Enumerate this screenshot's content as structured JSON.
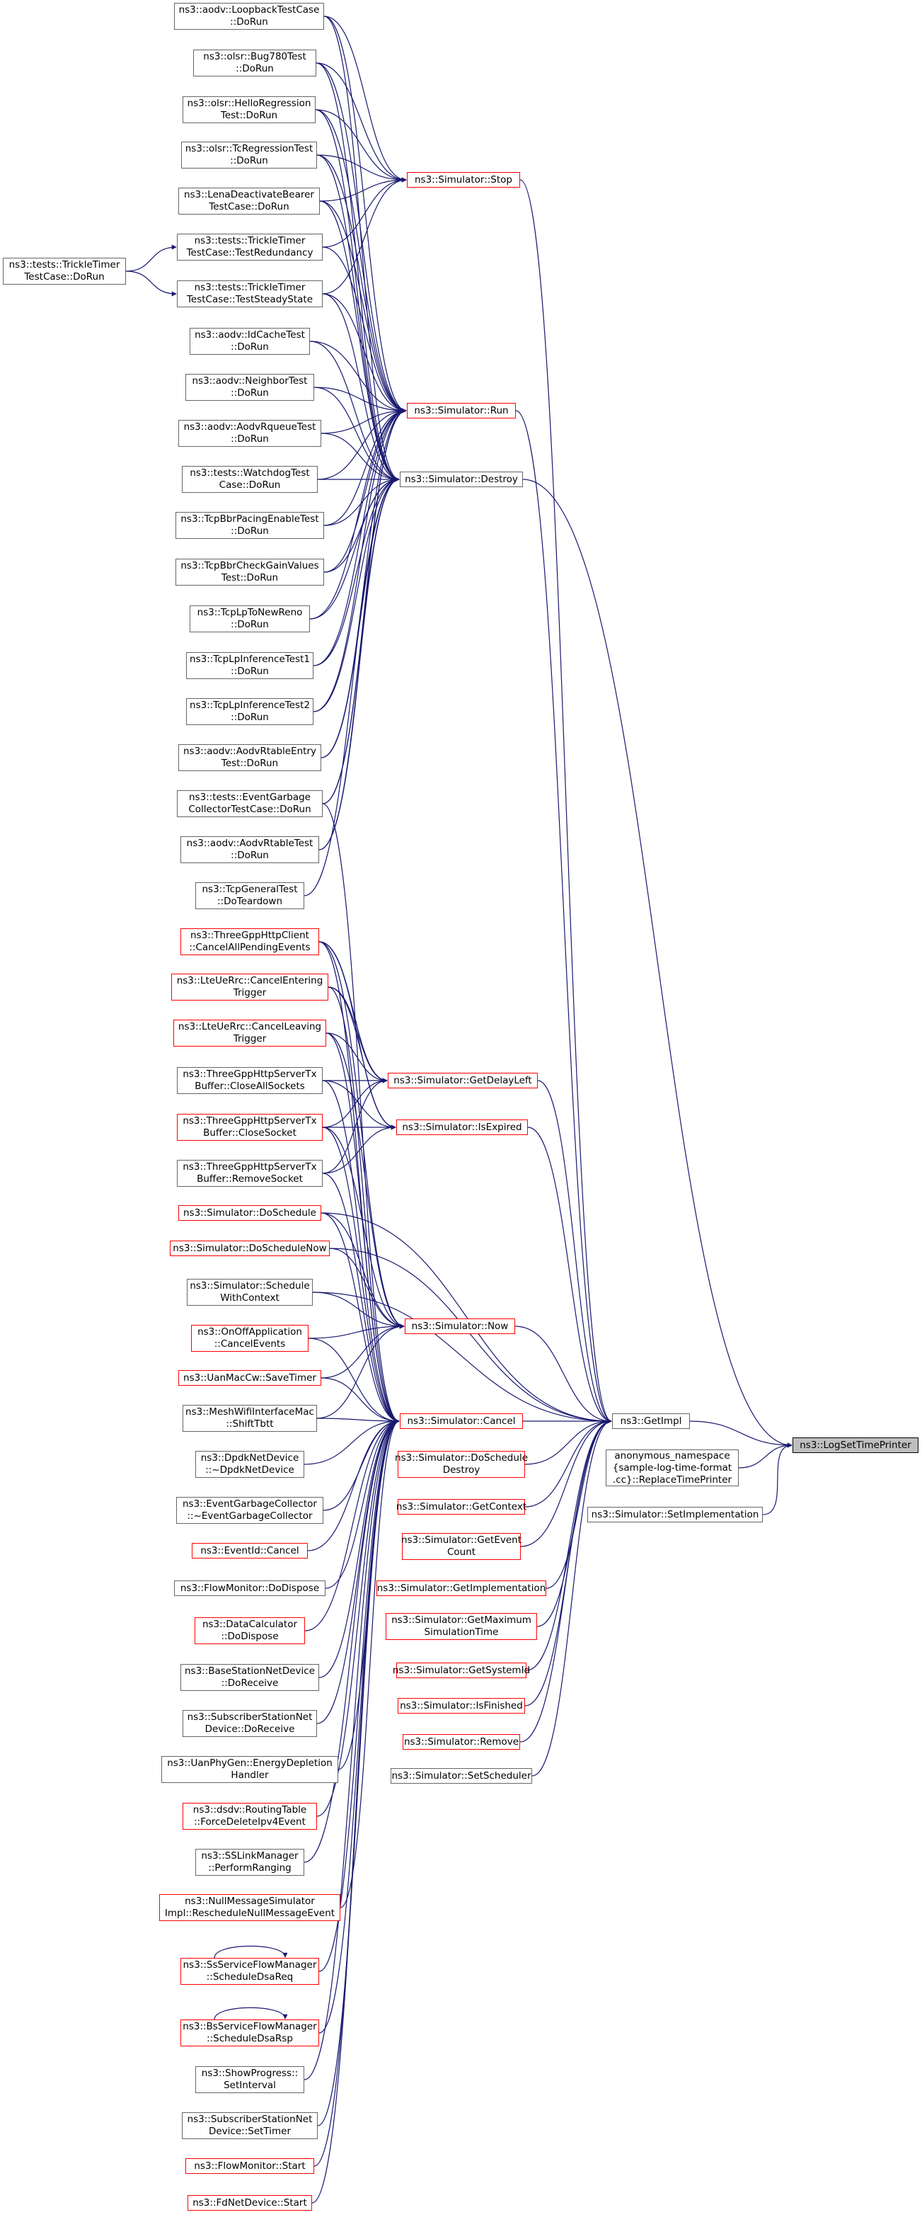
{
  "graph": {
    "edge_color": "#191970",
    "nodes": [
      {
        "id": "n1",
        "lines": [
          "ns3::aodv::LoopbackTestCase",
          "::DoRun"
        ],
        "border": "black"
      },
      {
        "id": "n2",
        "lines": [
          "ns3::olsr::Bug780Test",
          "::DoRun"
        ],
        "border": "black"
      },
      {
        "id": "n3",
        "lines": [
          "ns3::olsr::HelloRegression",
          "Test::DoRun"
        ],
        "border": "black"
      },
      {
        "id": "n4",
        "lines": [
          "ns3::olsr::TcRegressionTest",
          "::DoRun"
        ],
        "border": "black"
      },
      {
        "id": "n5",
        "lines": [
          "ns3::LenaDeactivateBearer",
          "TestCase::DoRun"
        ],
        "border": "black"
      },
      {
        "id": "n6",
        "lines": [
          "ns3::tests::TrickleTimer",
          "TestCase::TestRedundancy"
        ],
        "border": "black"
      },
      {
        "id": "n7",
        "lines": [
          "ns3::tests::TrickleTimer",
          "TestCase::TestSteadyState"
        ],
        "border": "black"
      },
      {
        "id": "n8",
        "lines": [
          "ns3::aodv::IdCacheTest",
          "::DoRun"
        ],
        "border": "black"
      },
      {
        "id": "n9",
        "lines": [
          "ns3::aodv::NeighborTest",
          "::DoRun"
        ],
        "border": "black"
      },
      {
        "id": "n10",
        "lines": [
          "ns3::aodv::AodvRqueueTest",
          "::DoRun"
        ],
        "border": "black"
      },
      {
        "id": "n11",
        "lines": [
          "ns3::tests::WatchdogTest",
          "Case::DoRun"
        ],
        "border": "black"
      },
      {
        "id": "n12",
        "lines": [
          "ns3::TcpBbrPacingEnableTest",
          "::DoRun"
        ],
        "border": "black"
      },
      {
        "id": "n13",
        "lines": [
          "ns3::TcpBbrCheckGainValues",
          "Test::DoRun"
        ],
        "border": "black"
      },
      {
        "id": "n14",
        "lines": [
          "ns3::TcpLpToNewReno",
          "::DoRun"
        ],
        "border": "black"
      },
      {
        "id": "n15",
        "lines": [
          "ns3::TcpLpInferenceTest1",
          "::DoRun"
        ],
        "border": "black"
      },
      {
        "id": "n16",
        "lines": [
          "ns3::TcpLpInferenceTest2",
          "::DoRun"
        ],
        "border": "black"
      },
      {
        "id": "n17",
        "lines": [
          "ns3::aodv::AodvRtableEntry",
          "Test::DoRun"
        ],
        "border": "black"
      },
      {
        "id": "n18",
        "lines": [
          "ns3::tests::EventGarbage",
          "CollectorTestCase::DoRun"
        ],
        "border": "black"
      },
      {
        "id": "n19",
        "lines": [
          "ns3::aodv::AodvRtableTest",
          "::DoRun"
        ],
        "border": "black"
      },
      {
        "id": "n20",
        "lines": [
          "ns3::TcpGeneralTest",
          "::DoTeardown"
        ],
        "border": "black"
      },
      {
        "id": "n21",
        "lines": [
          "ns3::ThreeGppHttpClient",
          "::CancelAllPendingEvents"
        ],
        "border": "red"
      },
      {
        "id": "n22",
        "lines": [
          "ns3::LteUeRrc::CancelEntering",
          "Trigger"
        ],
        "border": "red"
      },
      {
        "id": "n23",
        "lines": [
          "ns3::LteUeRrc::CancelLeaving",
          "Trigger"
        ],
        "border": "red"
      },
      {
        "id": "n24",
        "lines": [
          "ns3::ThreeGppHttpServerTx",
          "Buffer::CloseAllSockets"
        ],
        "border": "black"
      },
      {
        "id": "n25",
        "lines": [
          "ns3::ThreeGppHttpServerTx",
          "Buffer::CloseSocket"
        ],
        "border": "red"
      },
      {
        "id": "n26",
        "lines": [
          "ns3::ThreeGppHttpServerTx",
          "Buffer::RemoveSocket"
        ],
        "border": "black"
      },
      {
        "id": "n27",
        "lines": [
          "ns3::Simulator::DoSchedule"
        ],
        "border": "red"
      },
      {
        "id": "n28",
        "lines": [
          "ns3::Simulator::DoScheduleNow"
        ],
        "border": "red"
      },
      {
        "id": "n29",
        "lines": [
          "ns3::Simulator::Schedule",
          "WithContext"
        ],
        "border": "black"
      },
      {
        "id": "n30",
        "lines": [
          "ns3::OnOffApplication",
          "::CancelEvents"
        ],
        "border": "red"
      },
      {
        "id": "n31",
        "lines": [
          "ns3::UanMacCw::SaveTimer"
        ],
        "border": "red"
      },
      {
        "id": "n32",
        "lines": [
          "ns3::MeshWifiInterfaceMac",
          "::ShiftTbtt"
        ],
        "border": "black"
      },
      {
        "id": "n33",
        "lines": [
          "ns3::DpdkNetDevice",
          "::~DpdkNetDevice"
        ],
        "border": "black"
      },
      {
        "id": "n34",
        "lines": [
          "ns3::EventGarbageCollector",
          "::~EventGarbageCollector"
        ],
        "border": "black"
      },
      {
        "id": "n35",
        "lines": [
          "ns3::EventId::Cancel"
        ],
        "border": "red"
      },
      {
        "id": "n36",
        "lines": [
          "ns3::FlowMonitor::DoDispose"
        ],
        "border": "black"
      },
      {
        "id": "n37",
        "lines": [
          "ns3::DataCalculator",
          "::DoDispose"
        ],
        "border": "red"
      },
      {
        "id": "n38",
        "lines": [
          "ns3::BaseStationNetDevice",
          "::DoReceive"
        ],
        "border": "black"
      },
      {
        "id": "n39",
        "lines": [
          "ns3::SubscriberStationNet",
          "Device::DoReceive"
        ],
        "border": "black"
      },
      {
        "id": "n40",
        "lines": [
          "ns3::UanPhyGen::EnergyDepletion",
          "Handler"
        ],
        "border": "black"
      },
      {
        "id": "n41",
        "lines": [
          "ns3::dsdv::RoutingTable",
          "::ForceDeleteIpv4Event"
        ],
        "border": "red"
      },
      {
        "id": "n42",
        "lines": [
          "ns3::SSLinkManager",
          "::PerformRanging"
        ],
        "border": "black"
      },
      {
        "id": "n43",
        "lines": [
          "ns3::NullMessageSimulator",
          "Impl::RescheduleNullMessageEvent"
        ],
        "border": "red"
      },
      {
        "id": "n44",
        "lines": [
          "ns3::SsServiceFlowManager",
          "::ScheduleDsaReq"
        ],
        "border": "red"
      },
      {
        "id": "n45",
        "lines": [
          "ns3::BsServiceFlowManager",
          "::ScheduleDsaRsp"
        ],
        "border": "red"
      },
      {
        "id": "n46",
        "lines": [
          "ns3::ShowProgress::",
          "SetInterval"
        ],
        "border": "black"
      },
      {
        "id": "n47",
        "lines": [
          "ns3::SubscriberStationNet",
          "Device::SetTimer"
        ],
        "border": "black"
      },
      {
        "id": "n48",
        "lines": [
          "ns3::FlowMonitor::Start"
        ],
        "border": "red"
      },
      {
        "id": "n49",
        "lines": [
          "ns3::FdNetDevice::Start"
        ],
        "border": "red"
      },
      {
        "id": "n50",
        "lines": [
          "ns3::tests::TrickleTimer",
          "TestCase::DoRun"
        ],
        "border": "black"
      },
      {
        "id": "m1",
        "lines": [
          "ns3::Simulator::Stop"
        ],
        "border": "red"
      },
      {
        "id": "m2",
        "lines": [
          "ns3::Simulator::Run"
        ],
        "border": "red"
      },
      {
        "id": "m3",
        "lines": [
          "ns3::Simulator::Destroy"
        ],
        "border": "black"
      },
      {
        "id": "m4",
        "lines": [
          "ns3::Simulator::GetDelayLeft"
        ],
        "border": "red"
      },
      {
        "id": "m5",
        "lines": [
          "ns3::Simulator::IsExpired"
        ],
        "border": "red"
      },
      {
        "id": "m6",
        "lines": [
          "ns3::Simulator::Now"
        ],
        "border": "red"
      },
      {
        "id": "m7",
        "lines": [
          "ns3::Simulator::Cancel"
        ],
        "border": "red"
      },
      {
        "id": "m8",
        "lines": [
          "ns3::Simulator::DoSchedule",
          "Destroy"
        ],
        "border": "red"
      },
      {
        "id": "m9",
        "lines": [
          "ns3::Simulator::GetContext"
        ],
        "border": "red"
      },
      {
        "id": "m10",
        "lines": [
          "ns3::Simulator::GetEvent",
          "Count"
        ],
        "border": "red"
      },
      {
        "id": "m11",
        "lines": [
          "ns3::Simulator::GetImplementation"
        ],
        "border": "red"
      },
      {
        "id": "m12",
        "lines": [
          "ns3::Simulator::GetMaximum",
          "SimulationTime"
        ],
        "border": "red"
      },
      {
        "id": "m13",
        "lines": [
          "ns3::Simulator::GetSystemId"
        ],
        "border": "red"
      },
      {
        "id": "m14",
        "lines": [
          "ns3::Simulator::IsFinished"
        ],
        "border": "red"
      },
      {
        "id": "m15",
        "lines": [
          "ns3::Simulator::Remove"
        ],
        "border": "red"
      },
      {
        "id": "m16",
        "lines": [
          "ns3::Simulator::SetScheduler"
        ],
        "border": "black"
      },
      {
        "id": "g1",
        "lines": [
          "ns3::GetImpl"
        ],
        "border": "black"
      },
      {
        "id": "a1",
        "lines": [
          "anonymous_namespace",
          "{sample-log-time-format",
          ".cc}::ReplaceTimePrinter"
        ],
        "border": "black"
      },
      {
        "id": "s1",
        "lines": [
          "ns3::Simulator::SetImplementation"
        ],
        "border": "black"
      },
      {
        "id": "f1",
        "lines": [
          "ns3::LogSetTimePrinter"
        ],
        "border": "focus"
      }
    ]
  }
}
